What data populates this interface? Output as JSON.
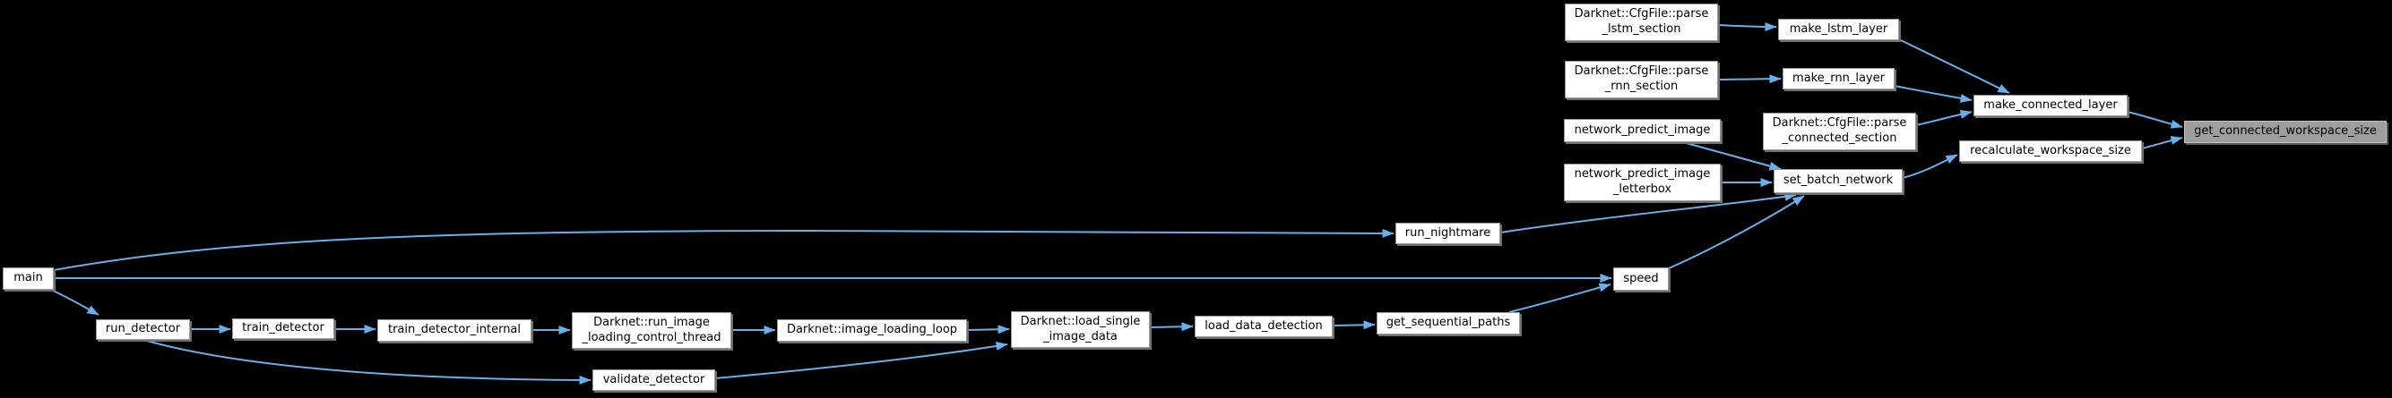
{
  "diagram": {
    "colors": {
      "background": "#000000",
      "edge": "#66b0ec",
      "node_fill": "#ffffff",
      "node_border": "#9a9a9a",
      "highlight_fill": "#9e9e9e",
      "text": "#000000"
    },
    "highlighted_node": "get_connected_workspace_size",
    "nodes": {
      "parse_lstm_section": {
        "lines": [
          "Darknet::CfgFile::parse",
          "_lstm_section"
        ]
      },
      "make_lstm_layer": {
        "lines": [
          "make_lstm_layer"
        ]
      },
      "parse_rnn_section": {
        "lines": [
          "Darknet::CfgFile::parse",
          "_rnn_section"
        ]
      },
      "make_rnn_layer": {
        "lines": [
          "make_rnn_layer"
        ]
      },
      "network_predict_image": {
        "lines": [
          "network_predict_image"
        ]
      },
      "parse_connected_section": {
        "lines": [
          "Darknet::CfgFile::parse",
          "_connected_section"
        ]
      },
      "network_predict_image_letterbox": {
        "lines": [
          "network_predict_image",
          "_letterbox"
        ]
      },
      "set_batch_network": {
        "lines": [
          "set_batch_network"
        ]
      },
      "make_connected_layer": {
        "lines": [
          "make_connected_layer"
        ]
      },
      "recalculate_workspace_size": {
        "lines": [
          "recalculate_workspace_size"
        ]
      },
      "get_connected_workspace_size": {
        "lines": [
          "get_connected_workspace_size"
        ]
      },
      "run_nightmare": {
        "lines": [
          "run_nightmare"
        ]
      },
      "speed": {
        "lines": [
          "speed"
        ]
      },
      "main": {
        "lines": [
          "main"
        ]
      },
      "run_detector": {
        "lines": [
          "run_detector"
        ]
      },
      "train_detector": {
        "lines": [
          "train_detector"
        ]
      },
      "train_detector_internal": {
        "lines": [
          "train_detector_internal"
        ]
      },
      "run_image_loading_control_thread": {
        "lines": [
          "Darknet::run_image",
          "_loading_control_thread"
        ]
      },
      "validate_detector": {
        "lines": [
          "validate_detector"
        ]
      },
      "image_loading_loop": {
        "lines": [
          "Darknet::image_loading_loop"
        ]
      },
      "load_single_image_data": {
        "lines": [
          "Darknet::load_single",
          "_image_data"
        ]
      },
      "load_data_detection": {
        "lines": [
          "load_data_detection"
        ]
      },
      "get_sequential_paths": {
        "lines": [
          "get_sequential_paths"
        ]
      }
    },
    "edges": [
      {
        "from": "parse_lstm_section",
        "to": "make_lstm_layer"
      },
      {
        "from": "make_lstm_layer",
        "to": "make_connected_layer"
      },
      {
        "from": "parse_rnn_section",
        "to": "make_rnn_layer"
      },
      {
        "from": "make_rnn_layer",
        "to": "make_connected_layer"
      },
      {
        "from": "parse_connected_section",
        "to": "make_connected_layer"
      },
      {
        "from": "make_connected_layer",
        "to": "get_connected_workspace_size"
      },
      {
        "from": "recalculate_workspace_size",
        "to": "get_connected_workspace_size"
      },
      {
        "from": "set_batch_network",
        "to": "recalculate_workspace_size"
      },
      {
        "from": "network_predict_image",
        "to": "set_batch_network"
      },
      {
        "from": "network_predict_image_letterbox",
        "to": "set_batch_network"
      },
      {
        "from": "run_nightmare",
        "to": "set_batch_network"
      },
      {
        "from": "speed",
        "to": "set_batch_network"
      },
      {
        "from": "main",
        "to": "run_nightmare"
      },
      {
        "from": "main",
        "to": "speed"
      },
      {
        "from": "main",
        "to": "run_detector"
      },
      {
        "from": "run_detector",
        "to": "train_detector"
      },
      {
        "from": "run_detector",
        "to": "validate_detector"
      },
      {
        "from": "train_detector",
        "to": "train_detector_internal"
      },
      {
        "from": "train_detector_internal",
        "to": "run_image_loading_control_thread"
      },
      {
        "from": "run_image_loading_control_thread",
        "to": "image_loading_loop"
      },
      {
        "from": "image_loading_loop",
        "to": "load_single_image_data"
      },
      {
        "from": "validate_detector",
        "to": "load_single_image_data"
      },
      {
        "from": "load_single_image_data",
        "to": "load_data_detection"
      },
      {
        "from": "load_data_detection",
        "to": "get_sequential_paths"
      },
      {
        "from": "get_sequential_paths",
        "to": "speed"
      }
    ]
  }
}
